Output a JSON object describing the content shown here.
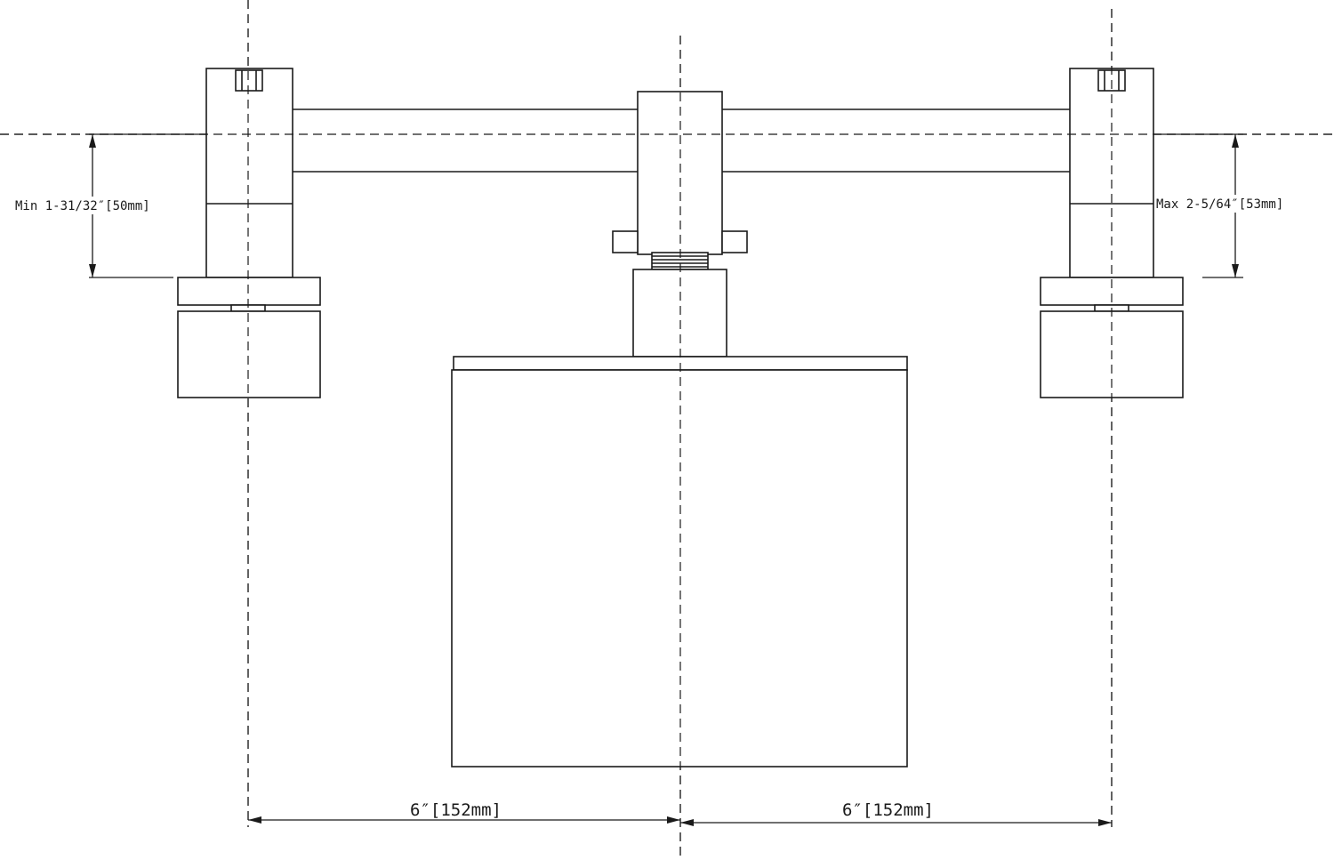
{
  "dimensions": {
    "min_height": "Min 1-31/32″[50mm]",
    "max_height": "Max 2-5/64″[53mm]",
    "left_spread": "6″[152mm]",
    "right_spread": "6″[152mm]"
  }
}
